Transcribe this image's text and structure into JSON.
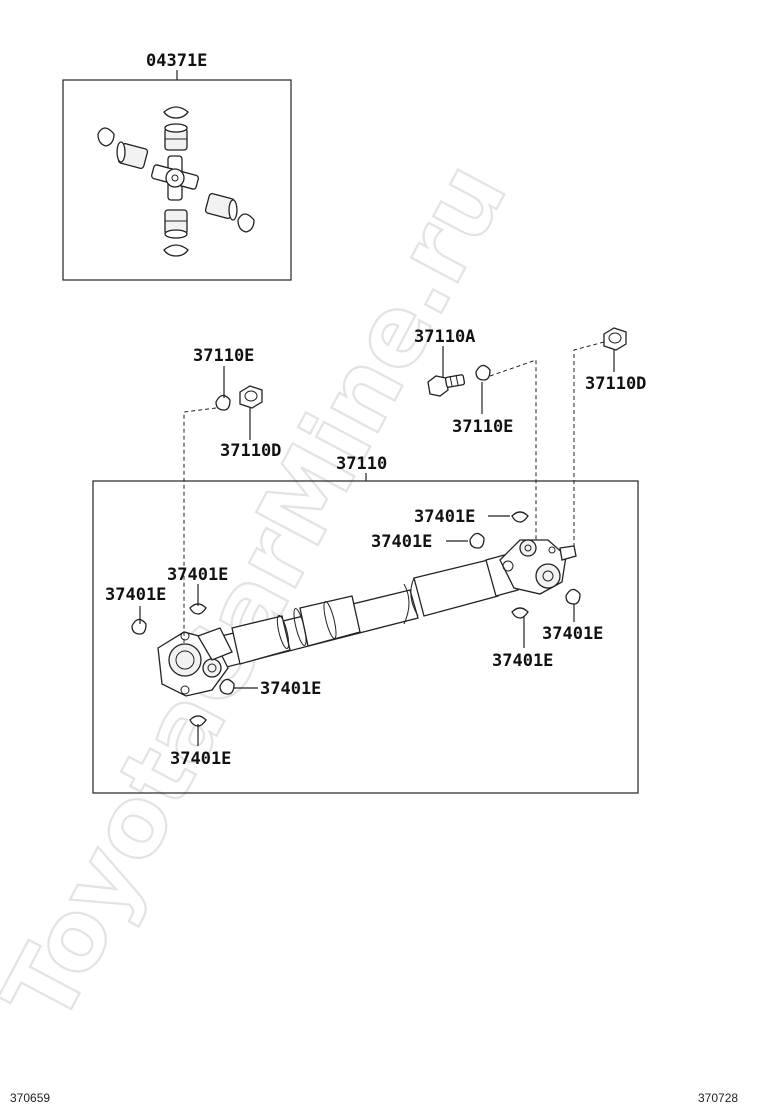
{
  "watermark": "ToyotaCarMine.ru",
  "footer": {
    "left_code": "370659",
    "right_code": "370728"
  },
  "kit": {
    "label": "04371E",
    "parts": [
      "spider-cross",
      "bearing-cap",
      "snap-ring"
    ]
  },
  "shaft_assembly": {
    "label": "37110"
  },
  "callouts": [
    {
      "id": "c-37110e-left",
      "text": "37110E"
    },
    {
      "id": "c-37110d-left",
      "text": "37110D"
    },
    {
      "id": "c-37110a",
      "text": "37110A"
    },
    {
      "id": "c-37110e-right",
      "text": "37110E"
    },
    {
      "id": "c-37110d-right",
      "text": "37110D"
    },
    {
      "id": "c-37401e-1",
      "text": "37401E"
    },
    {
      "id": "c-37401e-2",
      "text": "37401E"
    },
    {
      "id": "c-37401e-3",
      "text": "37401E"
    },
    {
      "id": "c-37401e-4",
      "text": "37401E"
    },
    {
      "id": "c-37401e-5",
      "text": "37401E"
    },
    {
      "id": "c-37401e-6",
      "text": "37401E"
    },
    {
      "id": "c-37401e-7",
      "text": "37401E"
    },
    {
      "id": "c-37401e-8",
      "text": "37401E"
    }
  ]
}
